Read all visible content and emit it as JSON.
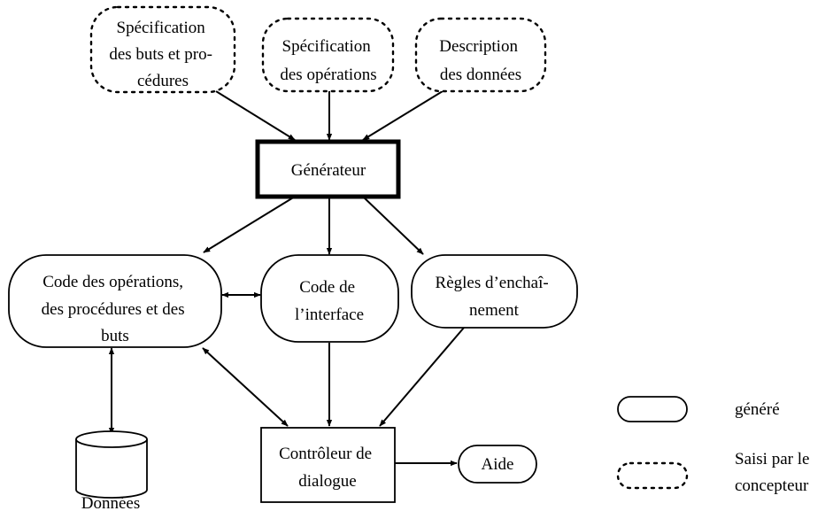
{
  "nodes": {
    "spec_buts": {
      "lines": [
        "Spécification",
        "des buts et pro-",
        "cédures"
      ]
    },
    "spec_ops": {
      "lines": [
        "Spécification",
        "des opérations"
      ]
    },
    "desc_donnees": {
      "lines": [
        "Description",
        "des données"
      ]
    },
    "generateur": {
      "lines": [
        "Générateur"
      ]
    },
    "code_ops": {
      "lines": [
        "Code des opérations,",
        "des procédures et des",
        "buts"
      ]
    },
    "code_interface": {
      "lines": [
        "Code de",
        "l’interface"
      ]
    },
    "regles": {
      "lines": [
        "Règles d’enchaî-",
        "nement"
      ]
    },
    "controleur": {
      "lines": [
        "Contrôleur de",
        "dialogue"
      ]
    },
    "aide": {
      "lines": [
        "Aide"
      ]
    },
    "donnees": {
      "lines": [
        "Données"
      ]
    }
  },
  "legend": {
    "genere": {
      "lines": [
        "généré"
      ]
    },
    "saisi": {
      "lines": [
        "Saisi par le",
        "concepteur"
      ]
    }
  },
  "edges": [
    {
      "from": "spec_buts",
      "to": "generateur",
      "kind": "arrow"
    },
    {
      "from": "spec_ops",
      "to": "generateur",
      "kind": "arrow"
    },
    {
      "from": "desc_donnees",
      "to": "generateur",
      "kind": "arrow"
    },
    {
      "from": "generateur",
      "to": "code_ops",
      "kind": "arrow"
    },
    {
      "from": "generateur",
      "to": "code_interface",
      "kind": "arrow"
    },
    {
      "from": "generateur",
      "to": "regles",
      "kind": "arrow"
    },
    {
      "from": "code_ops",
      "to": "code_interface",
      "kind": "bidirectional"
    },
    {
      "from": "code_ops",
      "to": "donnees",
      "kind": "bidirectional"
    },
    {
      "from": "code_ops",
      "to": "controleur",
      "kind": "bidirectional"
    },
    {
      "from": "code_interface",
      "to": "controleur",
      "kind": "arrow"
    },
    {
      "from": "regles",
      "to": "controleur",
      "kind": "arrow"
    },
    {
      "from": "controleur",
      "to": "aide",
      "kind": "arrow"
    }
  ]
}
